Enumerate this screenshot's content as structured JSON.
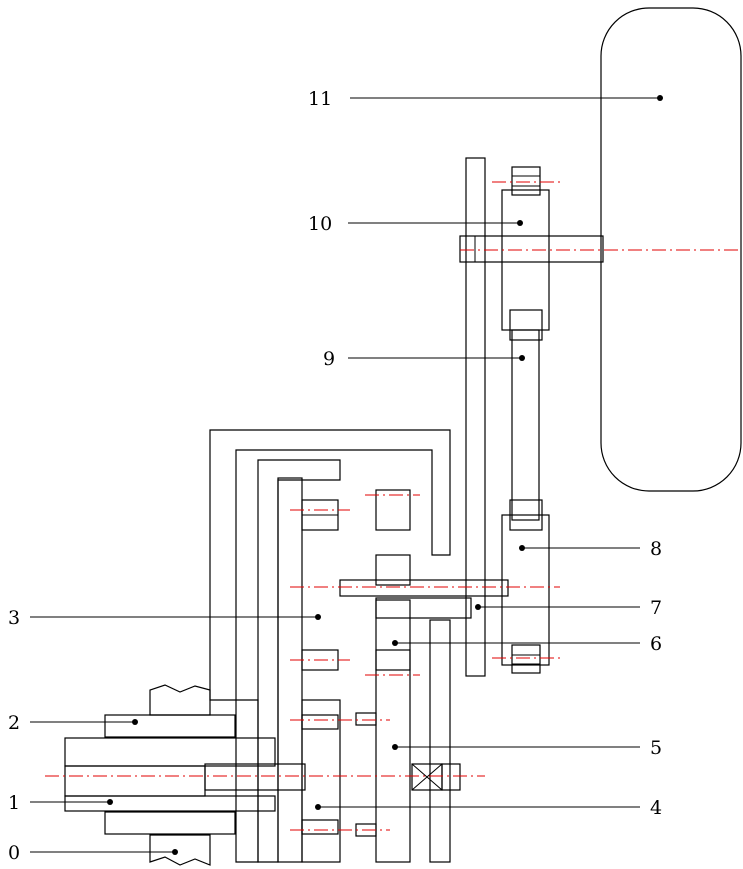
{
  "diagram": {
    "labels": [
      {
        "id": "0",
        "text": "0"
      },
      {
        "id": "1",
        "text": "1"
      },
      {
        "id": "2",
        "text": "2"
      },
      {
        "id": "3",
        "text": "3"
      },
      {
        "id": "4",
        "text": "4"
      },
      {
        "id": "5",
        "text": "5"
      },
      {
        "id": "6",
        "text": "6"
      },
      {
        "id": "7",
        "text": "7"
      },
      {
        "id": "8",
        "text": "8"
      },
      {
        "id": "9",
        "text": "9"
      },
      {
        "id": "10",
        "text": "10"
      },
      {
        "id": "11",
        "text": "11"
      }
    ],
    "colors": {
      "outline": "#000000",
      "hatching": "#000000",
      "centerline": "#e00000",
      "background": "#ffffff"
    }
  }
}
